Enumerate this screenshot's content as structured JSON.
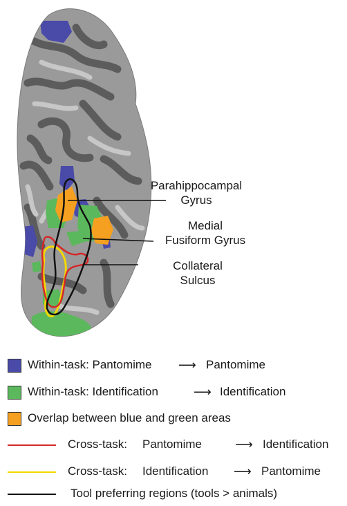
{
  "annotations": {
    "parahippocampal_line1": "Parahippocampal",
    "parahippocampal_line2": "Gyrus",
    "medial_fusiform_line1": "Medial",
    "medial_fusiform_line2": "Fusiform Gyrus",
    "collateral_line1": "Collateral",
    "collateral_line2": "Sulcus"
  },
  "legend": {
    "within_pantomime": {
      "prefix": "Within-task: Pantomime",
      "arrow": "⟶",
      "target": "Pantomime",
      "color": "#4a4aa8"
    },
    "within_identification": {
      "prefix": "Within-task: Identification",
      "arrow": "⟶",
      "target": "Identification",
      "color": "#5cb85c"
    },
    "overlap": {
      "label": "Overlap between blue and green areas",
      "color": "#f5a020"
    },
    "cross_pantomime": {
      "prefix": "Cross-task:",
      "source": "Pantomime",
      "arrow": "⟶",
      "target": "Identification",
      "color": "#d62728"
    },
    "cross_identification": {
      "prefix": "Cross-task:",
      "source": "Identification",
      "arrow": "⟶",
      "target": "Pantomime",
      "color": "#f5d800"
    },
    "tool": {
      "label": "Tool preferring regions (tools > animals)",
      "color": "#111111"
    }
  }
}
